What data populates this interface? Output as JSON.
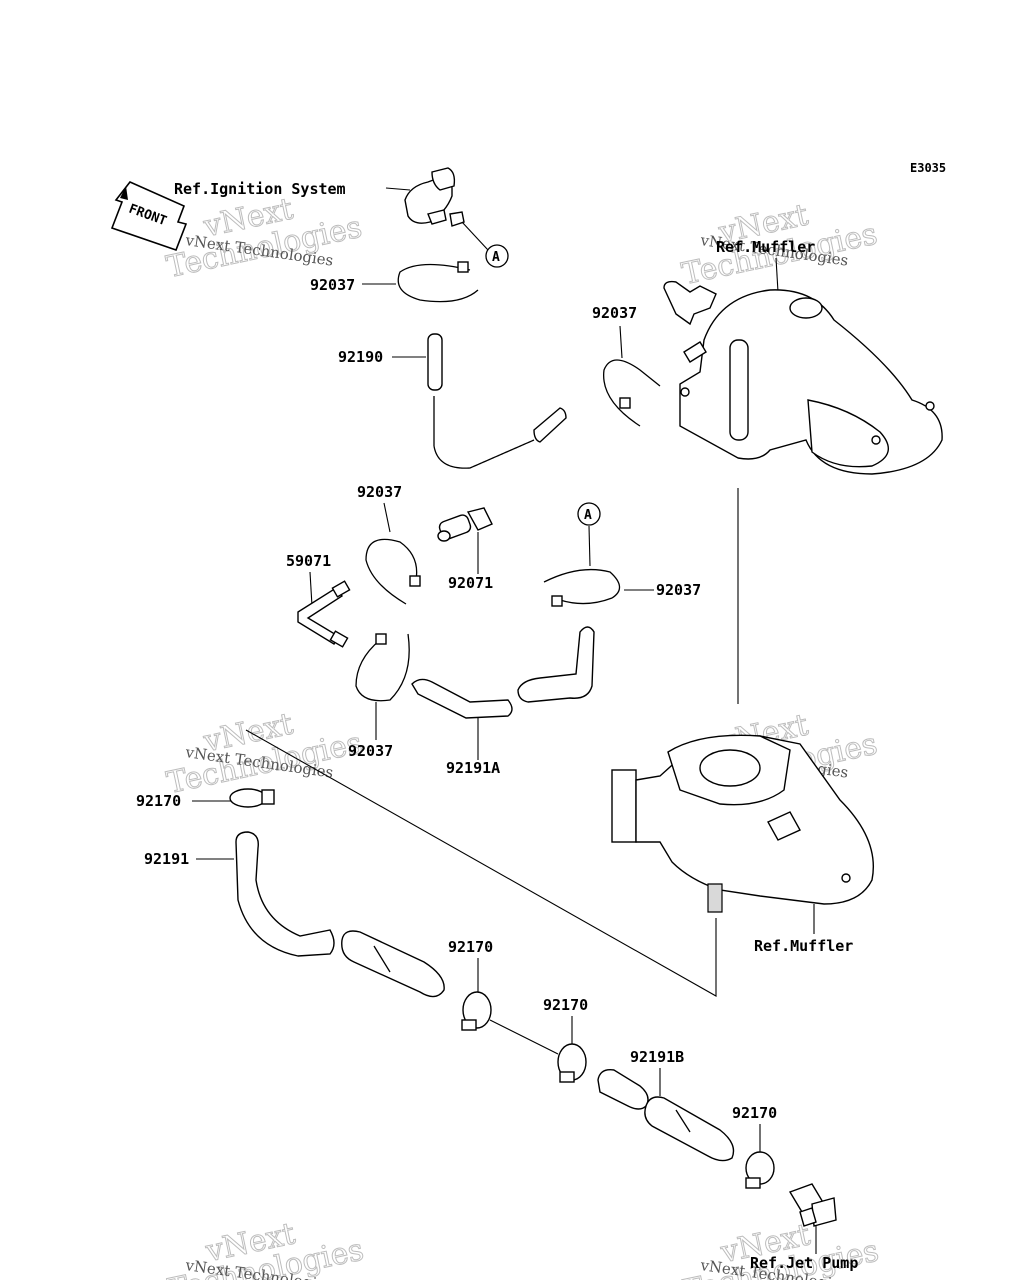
{
  "diagram_code": "E3035",
  "front_label": "FRONT",
  "refs": {
    "ignition": "Ref.Ignition System",
    "muffler_top": "Ref.Muffler",
    "muffler_bottom": "Ref.Muffler",
    "jet_pump": "Ref.Jet Pump"
  },
  "callouts": {
    "circle_a_1": "A",
    "circle_a_2": "A"
  },
  "parts": [
    {
      "id": "p1",
      "label": "92037"
    },
    {
      "id": "p2",
      "label": "92190"
    },
    {
      "id": "p3",
      "label": "92037"
    },
    {
      "id": "p4",
      "label": "92037"
    },
    {
      "id": "p5",
      "label": "92071"
    },
    {
      "id": "p6",
      "label": "59071"
    },
    {
      "id": "p7",
      "label": "92037"
    },
    {
      "id": "p8",
      "label": "92037"
    },
    {
      "id": "p9",
      "label": "92191A"
    },
    {
      "id": "p10",
      "label": "92170"
    },
    {
      "id": "p11",
      "label": "92191"
    },
    {
      "id": "p12",
      "label": "92170"
    },
    {
      "id": "p13",
      "label": "92170"
    },
    {
      "id": "p14",
      "label": "92191B"
    },
    {
      "id": "p15",
      "label": "92170"
    }
  ],
  "watermark": {
    "brand": "vNext",
    "word": "Technologies",
    "full": "vNext Technologies"
  }
}
